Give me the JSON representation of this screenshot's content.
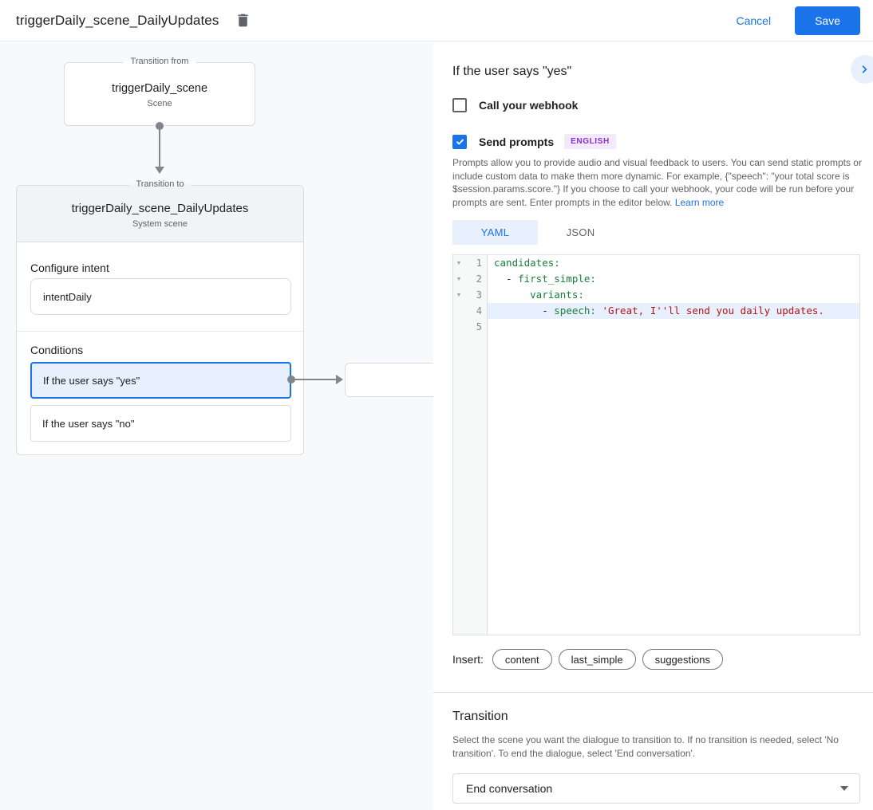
{
  "colors": {
    "accent_blue": "#1a73e8",
    "selection_blue_bg": "#e8f0fe",
    "canvas_bg": "#f8f9fa",
    "box_header_bg": "#f1f3f4",
    "code_key_green": "#188038",
    "code_string_red": "#b31412",
    "badge_purple_text": "#8430ce",
    "badge_purple_bg": "#f4e8fd",
    "muted_text": "#5f6368"
  },
  "header": {
    "title": "triggerDaily_scene_DailyUpdates",
    "cancel_label": "Cancel",
    "save_label": "Save"
  },
  "canvas": {
    "from_box": {
      "legend": "Transition from",
      "title": "triggerDaily_scene",
      "subtitle": "Scene"
    },
    "to_box": {
      "legend": "Transition to",
      "title": "triggerDaily_scene_DailyUpdates",
      "subtitle": "System scene",
      "configure_intent_label": "Configure intent",
      "intent_value": "intentDaily",
      "conditions_label": "Conditions",
      "conditions": [
        {
          "label": "If the user says \"yes\"",
          "selected": true
        },
        {
          "label": "If the user says \"no\"",
          "selected": false
        }
      ]
    }
  },
  "panel": {
    "heading": "If the user says \"yes\"",
    "webhook": {
      "label": "Call your webhook",
      "checked": false
    },
    "prompts": {
      "label": "Send prompts",
      "checked": true,
      "badge": "ENGLISH",
      "description": "Prompts allow you to provide audio and visual feedback to users. You can send static prompts or include custom data to make them more dynamic. For example, {\"speech\": \"your total score is $session.params.score.\"} If you choose to call your webhook, your code will be run before your prompts are sent. Enter prompts in the editor below.",
      "learn_more": "Learn more"
    },
    "tabs": [
      {
        "label": "YAML",
        "active": true
      },
      {
        "label": "JSON",
        "active": false
      }
    ],
    "editor": {
      "lines": [
        {
          "num": 1,
          "fold": true,
          "highlight": false,
          "tokens": [
            {
              "t": "candidates:",
              "c": "key"
            }
          ]
        },
        {
          "num": 2,
          "fold": true,
          "highlight": false,
          "tokens": [
            {
              "t": "  - ",
              "c": "plain"
            },
            {
              "t": "first_simple:",
              "c": "key"
            }
          ]
        },
        {
          "num": 3,
          "fold": true,
          "highlight": false,
          "tokens": [
            {
              "t": "      ",
              "c": "plain"
            },
            {
              "t": "variants:",
              "c": "key"
            }
          ]
        },
        {
          "num": 4,
          "fold": false,
          "highlight": true,
          "tokens": [
            {
              "t": "        - ",
              "c": "plain"
            },
            {
              "t": "speech: ",
              "c": "key"
            },
            {
              "t": "'Great, I''ll send you daily updates.",
              "c": "string"
            }
          ]
        },
        {
          "num": 5,
          "fold": false,
          "highlight": false,
          "tokens": []
        }
      ]
    },
    "insert": {
      "label": "Insert:",
      "chips": [
        "content",
        "last_simple",
        "suggestions"
      ]
    },
    "transition": {
      "heading": "Transition",
      "description": "Select the scene you want the dialogue to transition to. If no transition is needed, select 'No transition'. To end the dialogue, select 'End conversation'.",
      "selected_value": "End conversation"
    }
  }
}
